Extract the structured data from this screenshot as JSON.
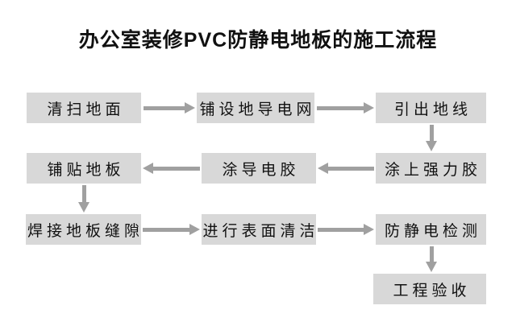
{
  "title": "办公室装修PVC防静电地板的施工流程",
  "flowchart": {
    "nodes": [
      {
        "id": "clean-ground",
        "label": "清扫地面"
      },
      {
        "id": "lay-conductive-mesh",
        "label": "铺设地导电网"
      },
      {
        "id": "lead-out-ground-wire",
        "label": "引出地线"
      },
      {
        "id": "apply-strong-glue",
        "label": "涂上强力胶"
      },
      {
        "id": "apply-conductive-glue",
        "label": "涂导电胶"
      },
      {
        "id": "lay-floor",
        "label": "铺贴地板"
      },
      {
        "id": "weld-floor-seams",
        "label": "焊接地板缝隙"
      },
      {
        "id": "surface-cleaning",
        "label": "进行表面清洁"
      },
      {
        "id": "anti-static-test",
        "label": "防静电检测"
      },
      {
        "id": "project-acceptance",
        "label": "工程验收"
      }
    ],
    "edges": [
      {
        "from": "清扫地面",
        "to": "铺设地导电网",
        "direction": "right"
      },
      {
        "from": "铺设地导电网",
        "to": "引出地线",
        "direction": "right"
      },
      {
        "from": "引出地线",
        "to": "涂上强力胶",
        "direction": "down"
      },
      {
        "from": "涂上强力胶",
        "to": "涂导电胶",
        "direction": "left"
      },
      {
        "from": "涂导电胶",
        "to": "铺贴地板",
        "direction": "left"
      },
      {
        "from": "铺贴地板",
        "to": "焊接地板缝隙",
        "direction": "down"
      },
      {
        "from": "焊接地板缝隙",
        "to": "进行表面清洁",
        "direction": "right"
      },
      {
        "from": "进行表面清洁",
        "to": "防静电检测",
        "direction": "right"
      },
      {
        "from": "防静电检测",
        "to": "工程验收",
        "direction": "down"
      }
    ],
    "colors": {
      "background": "#ffffff",
      "box_fill": "#d8d8d8",
      "arrow": "#a0a0a0",
      "text": "#111111"
    }
  }
}
